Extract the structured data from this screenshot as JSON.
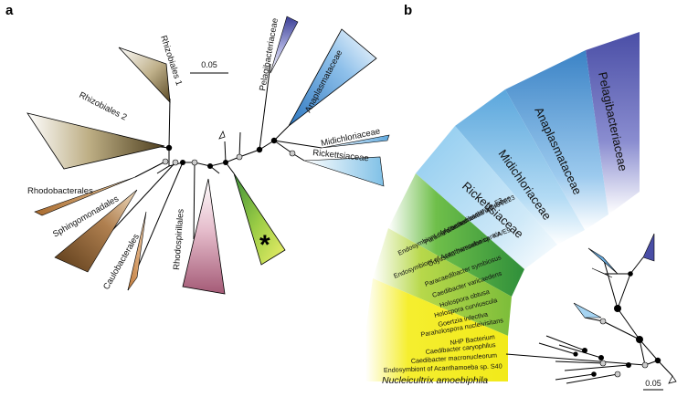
{
  "panel_a": {
    "letter": "a",
    "scale": "0.05",
    "clades": {
      "rhizobiales1": "Rhizobiales 1",
      "rhizobiales2": "Rhizobiales 2",
      "rhodobacterales": "Rhodobacterales",
      "sphingomonadales": "Sphingomonadales",
      "caulobacterales": "Caulobacterales",
      "rhodospirillales": "Rhodospirillales",
      "pelagibacteriaceae": "Pelagibacteriaceae",
      "anaplasmataceae": "Anaplasmataceae",
      "midichloriaceae": "Midichloriaceae",
      "rickettsiaceae": "Rickettsiaceae"
    },
    "marker": "*"
  },
  "panel_b": {
    "letter": "b",
    "scale": "0.05",
    "families": {
      "pelagibacteriaceae": "Pelagibacteriaceae",
      "anaplasmataceae": "Anaplasmataceae",
      "midichloriaceae": "Midichloriaceae",
      "rickettsiaceae": "Rickettsiaceae"
    },
    "taxa": [
      "Paracaedibacter sp. E3",
      "Paracaedibacter acanthamoebae",
      "Endosymbiont of Acanthamoeba sp. KA/E23",
      "Odyssella thessalonicensis",
      "Endosymbiont of Acanthamoeba sp. KA/E9",
      "Paracaedibacter symbiosus",
      "Caedibacter varicaedens",
      "Holospora obtusa",
      "Holospora curviuscula",
      "Goertzia infectiva",
      "Paraholospora nucleivisitans",
      "NHP Bacterium",
      "Caedibacter caryophilus",
      "Caedibacter macronucleorum",
      "Endosymbiont of Acanthamoeba sp. S40"
    ],
    "highlight_taxon": "Nucleicultrix amoebiphila"
  },
  "colors": {
    "rhizobiales": "#6b5a34",
    "rhodobacterales": "#b07838",
    "rhodospirillales": "#b56f86",
    "pelagibacteriaceae": "#4b4fa3",
    "anaplasmataceae": "#3d86c9",
    "rickettsiaceae": "#7fc0e6",
    "green_clade": "#8cc63f",
    "nucleicultrix": "#f4ee2a"
  }
}
